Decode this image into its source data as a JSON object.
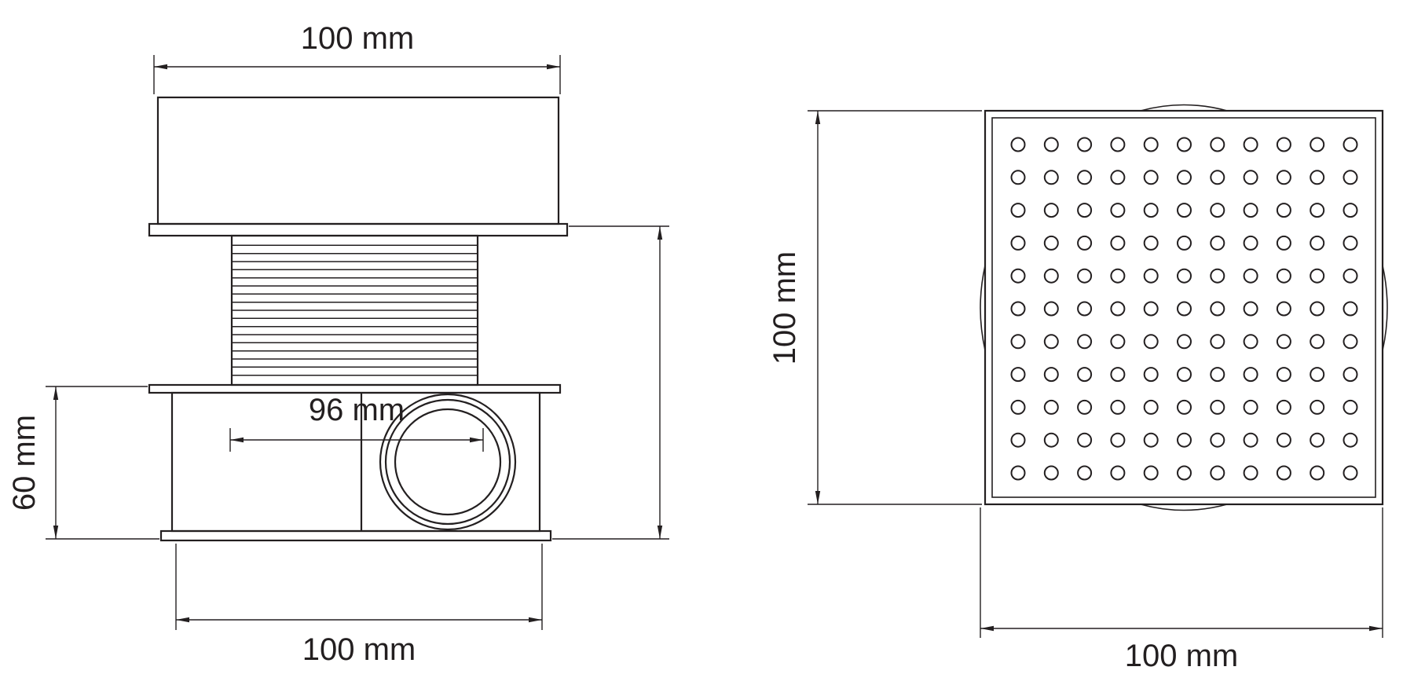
{
  "diagram": {
    "background": "#ffffff",
    "line_color": "#231f20",
    "left_view": {
      "view_name": "side-section-view",
      "dim_top_width": "100 mm",
      "dim_inner_width": "96 mm",
      "dim_height": "60 mm",
      "dim_bottom_width": "100 mm",
      "thread_ridges": 17
    },
    "right_view": {
      "view_name": "top-grate-view",
      "dim_side": "100 mm",
      "dim_bottom": "100 mm",
      "grate": {
        "rows": 11,
        "cols": 11
      }
    }
  }
}
